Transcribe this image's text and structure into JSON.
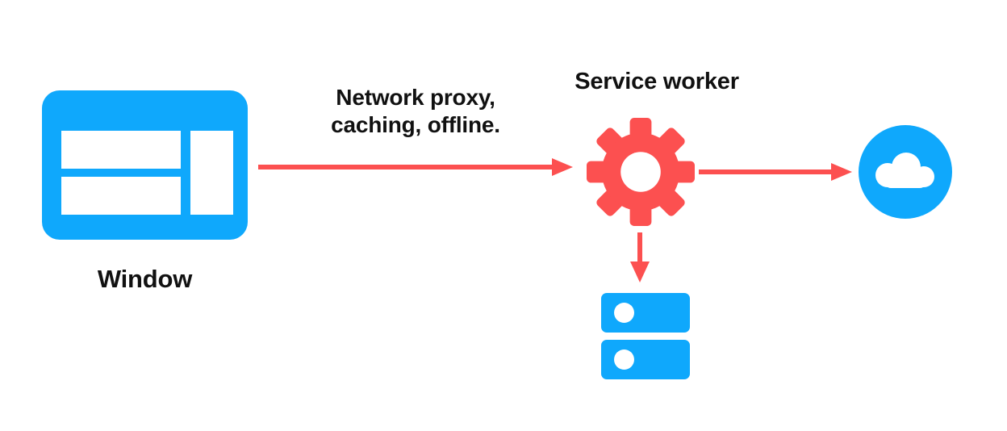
{
  "diagram": {
    "title": "Service worker network proxy diagram",
    "background_color": "#ffffff",
    "accent_blue": "#0FA8FC",
    "accent_red": "#FC5050",
    "text_color": "#111111"
  },
  "nodes": {
    "window": {
      "label": "Window",
      "icon": "browser-window-icon",
      "color": "#0FA8FC"
    },
    "service_worker": {
      "label": "Service worker",
      "icon": "gear-icon",
      "color": "#FC5050"
    },
    "network": {
      "label": "",
      "icon": "cloud-icon",
      "color": "#0FA8FC"
    },
    "storage": {
      "label": "",
      "icon": "database-icon",
      "color": "#0FA8FC"
    }
  },
  "edges": [
    {
      "id": "window-to-service-worker",
      "from": "window",
      "to": "service_worker",
      "label": "Network proxy,\ncaching, offline.",
      "direction": "right",
      "color": "#FC5050"
    },
    {
      "id": "service-worker-to-network",
      "from": "service_worker",
      "to": "network",
      "label": "",
      "direction": "right",
      "color": "#FC5050"
    },
    {
      "id": "service-worker-to-storage",
      "from": "service_worker",
      "to": "storage",
      "label": "",
      "direction": "down",
      "color": "#FC5050"
    }
  ]
}
